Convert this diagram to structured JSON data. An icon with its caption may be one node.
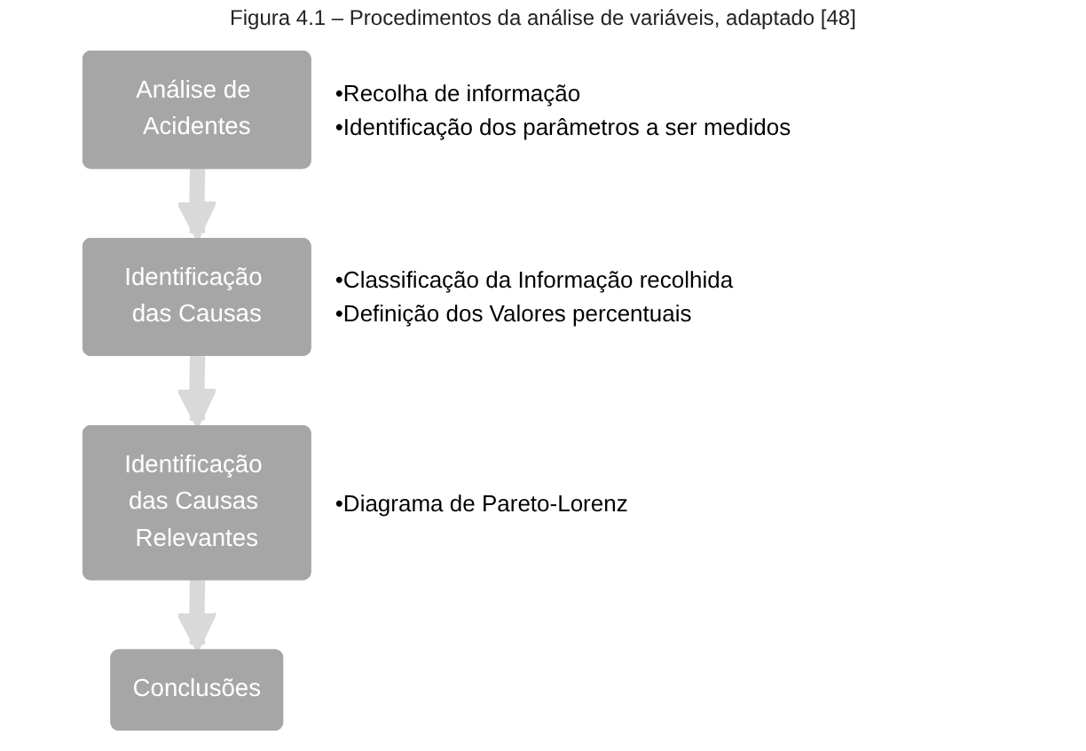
{
  "diagram": {
    "caption": "Figura 4.1 – Procedimentos da análise de variáveis, adaptado [48]",
    "nodes": [
      {
        "text": [
          "Análise de Acidentes"
        ],
        "beside": [
          "•Recolha de informação",
          "•Identificação dos parâmetros a ser medidos"
        ]
      },
      {
        "text": [
          "Identificação das Causas"
        ],
        "beside": [
          "•Classificação da Informação recolhida",
          "•Definição dos Valores percentuais"
        ]
      },
      {
        "text": [
          "Identificação das Causas Relevantes"
        ],
        "beside": [
          "•Diagrama de Pareto-Lorenz"
        ]
      },
      {
        "text": [
          "Conclusões"
        ]
      }
    ],
    "edges": [
      {
        "from": 0,
        "to": 1,
        "arrow": "to"
      },
      {
        "from": 1,
        "to": 2,
        "arrow": "to"
      },
      {
        "from": 2,
        "to": 3,
        "arrow": "to"
      }
    ]
  }
}
